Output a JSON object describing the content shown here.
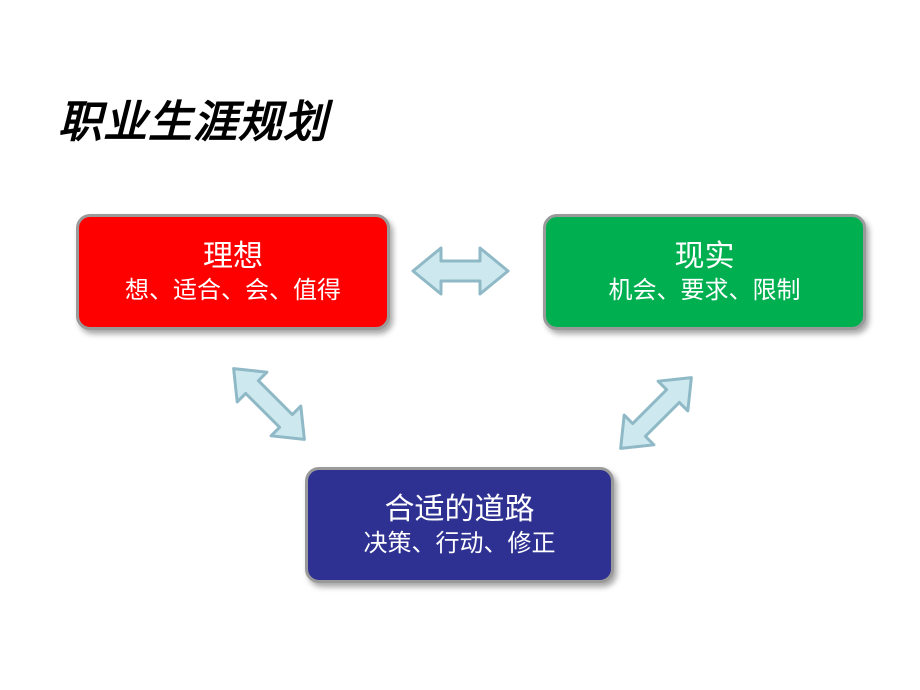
{
  "title": "职业生涯规划",
  "boxes": {
    "ideal": {
      "title": "理想",
      "subtitle": "想、适合、会、值得"
    },
    "reality": {
      "title": "现实",
      "subtitle": "机会、要求、限制"
    },
    "path": {
      "title": "合适的道路",
      "subtitle": "决策、行动、修正"
    }
  },
  "colors": {
    "ideal": "#ff0000",
    "reality": "#00b050",
    "path": "#2e3192",
    "arrow_fill": "#cde9ef",
    "arrow_stroke": "#8fb9c6"
  }
}
